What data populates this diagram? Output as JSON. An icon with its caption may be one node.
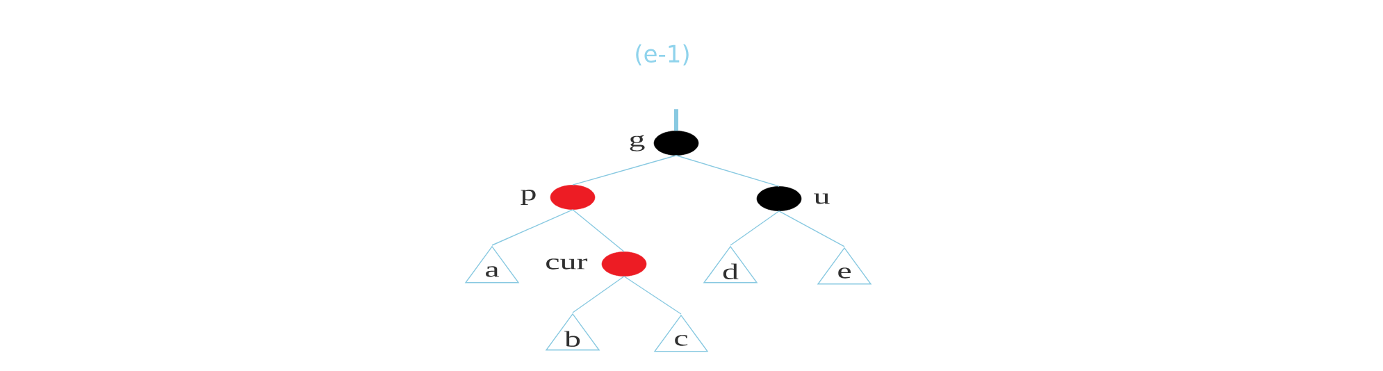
{
  "diagram": {
    "title": "(e-1)",
    "nodes": [
      {
        "text": [],
        "shape": "circle",
        "beside": [
          "g"
        ]
      },
      {
        "text": [],
        "shape": "circle",
        "beside": [
          "p"
        ]
      },
      {
        "text": [],
        "shape": "circle",
        "beside": [
          "u"
        ]
      },
      {
        "text": [
          "a"
        ]
      },
      {
        "text": [],
        "shape": "circle",
        "beside": [
          "cur"
        ]
      },
      {
        "text": [
          "d"
        ]
      },
      {
        "text": [
          "e"
        ]
      },
      {
        "text": [
          "b"
        ]
      },
      {
        "text": [
          "c"
        ]
      }
    ],
    "edges": [
      {
        "from": null,
        "to": 0,
        "arrow": "none",
        "style": "thick"
      },
      {
        "from": 0,
        "to": 1,
        "arrow": "none"
      },
      {
        "from": 0,
        "to": 2,
        "arrow": "none"
      },
      {
        "from": 1,
        "to": 3,
        "arrow": "none"
      },
      {
        "from": 1,
        "to": 4,
        "arrow": "none"
      },
      {
        "from": 2,
        "to": 5,
        "arrow": "none"
      },
      {
        "from": 2,
        "to": 6,
        "arrow": "none"
      },
      {
        "from": 4,
        "to": 7,
        "arrow": "none"
      },
      {
        "from": 4,
        "to": 8,
        "arrow": "none"
      }
    ]
  }
}
